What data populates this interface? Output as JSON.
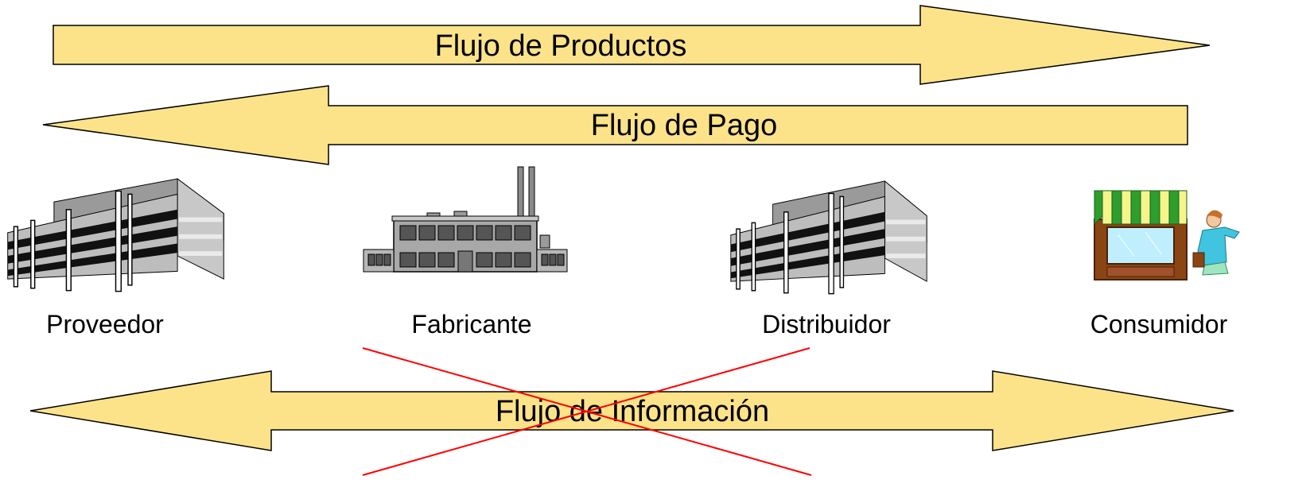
{
  "diagram": {
    "arrows": {
      "products": {
        "label": "Flujo de Productos",
        "direction": "right"
      },
      "payment": {
        "label": "Flujo de Pago",
        "direction": "left"
      },
      "information": {
        "label": "Flujo de Información",
        "direction": "both",
        "crossed_out": true
      }
    },
    "nodes": {
      "supplier": {
        "label": "Proveedor",
        "icon": "office-building-icon"
      },
      "manufacturer": {
        "label": "Fabricante",
        "icon": "factory-icon"
      },
      "distributor": {
        "label": "Distribuidor",
        "icon": "office-building-icon"
      },
      "consumer": {
        "label": "Consumidor",
        "icon": "shop-consumer-icon"
      }
    },
    "colors": {
      "arrow_fill": "#FCE38A",
      "arrow_stroke": "#000000",
      "cross": "#FF0000"
    }
  }
}
